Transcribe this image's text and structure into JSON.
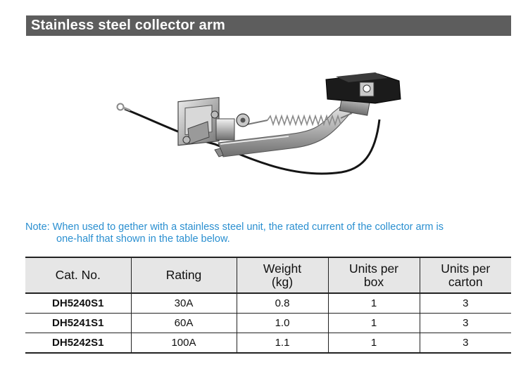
{
  "header": {
    "title": "Stainless steel collector arm"
  },
  "note": {
    "line1": "Note: When used to gether with a stainless steel unit, the rated current of the collector arm is",
    "line2": "one-half that shown in the table below."
  },
  "table": {
    "headers": [
      {
        "line1": "Cat. No.",
        "line2": ""
      },
      {
        "line1": "Rating",
        "line2": ""
      },
      {
        "line1": "Weight",
        "line2": "(kg)"
      },
      {
        "line1": "Units per",
        "line2": "box"
      },
      {
        "line1": "Units per",
        "line2": "carton"
      }
    ],
    "rows": [
      [
        "DH5240S1",
        "30A",
        "0.8",
        "1",
        "3"
      ],
      [
        "DH5241S1",
        "60A",
        "1.0",
        "1",
        "3"
      ],
      [
        "DH5242S1",
        "100A",
        "1.1",
        "1",
        "3"
      ]
    ]
  }
}
